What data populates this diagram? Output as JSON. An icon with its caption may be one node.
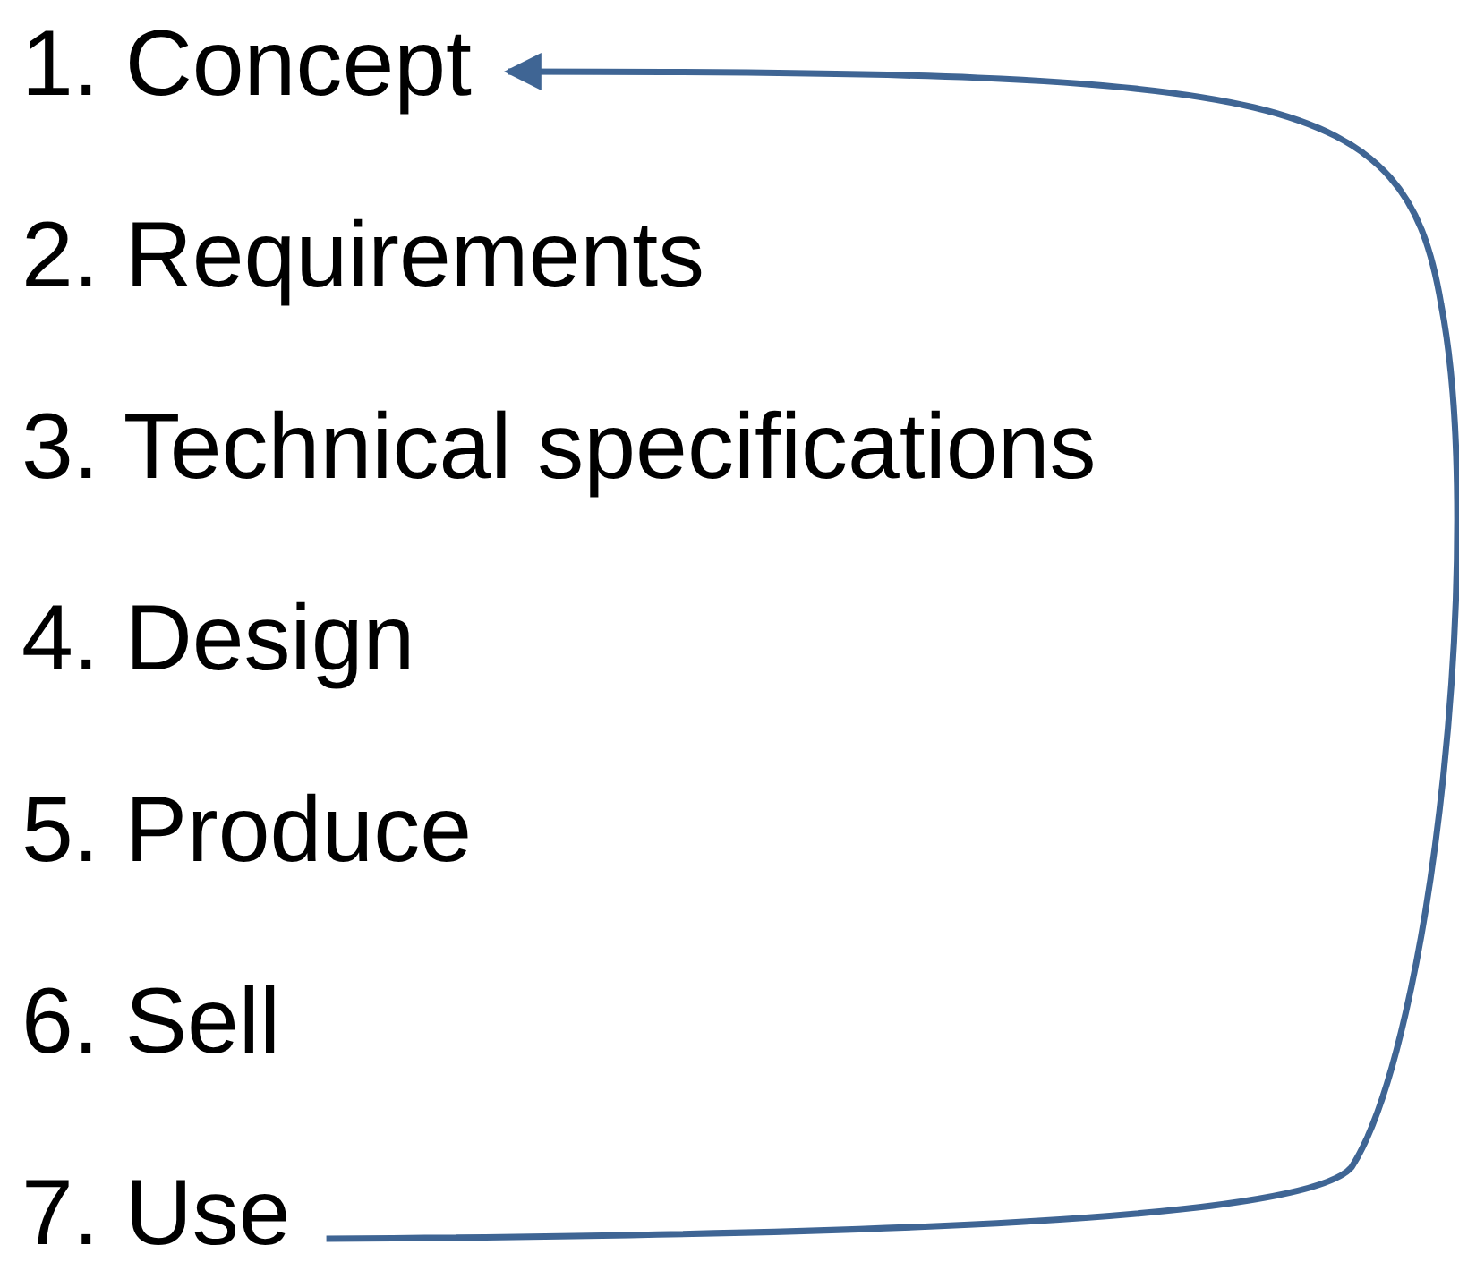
{
  "diagram": {
    "nodes": [
      {
        "text": [
          "1. Concept"
        ]
      },
      {
        "text": [
          "7. Use"
        ]
      }
    ],
    "edges": [
      {
        "from": 1,
        "to": 0,
        "arrow": "to"
      }
    ],
    "labels": [
      "2. Requirements",
      "3. Technical specifications",
      "4. Design",
      "5. Produce",
      "6. Sell"
    ]
  }
}
